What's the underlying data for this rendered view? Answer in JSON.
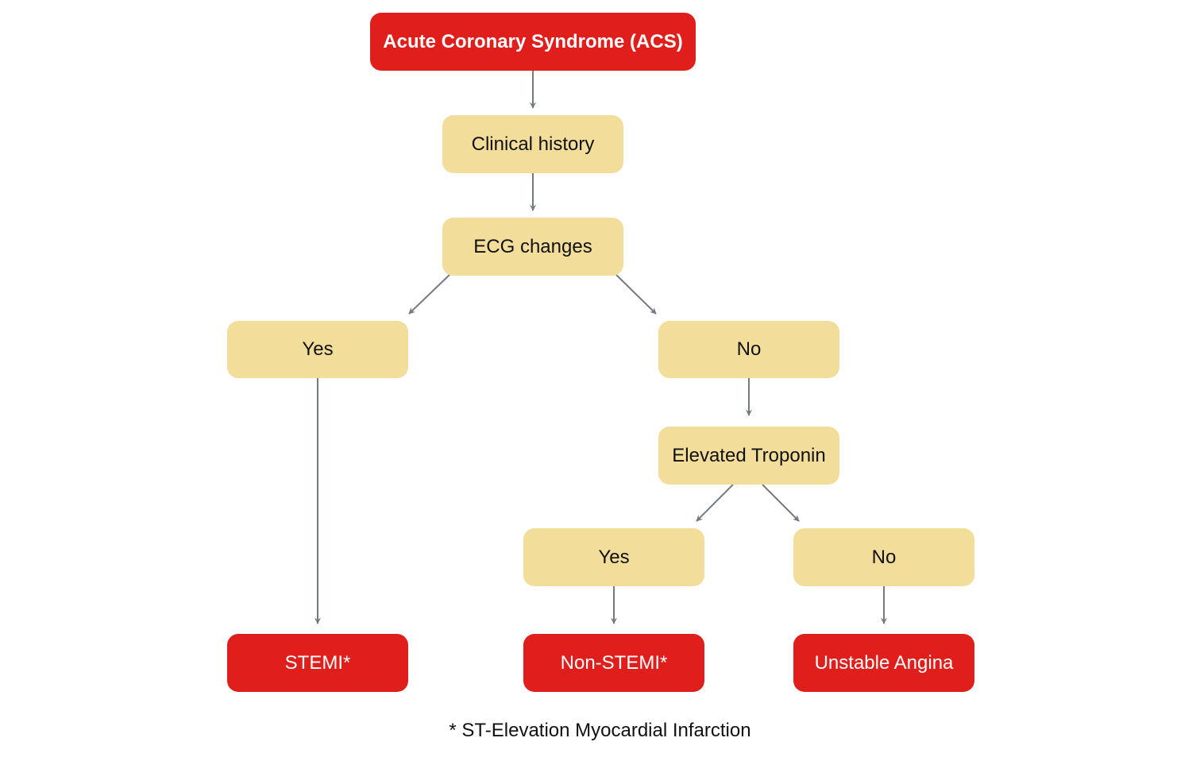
{
  "colors": {
    "decision_fill": "#f3dd9b",
    "outcome_fill": "#e01f1c",
    "arrow": "#737a80"
  },
  "nodes": {
    "acs": "Acute Coronary Syndrome (ACS)",
    "clinical_history": "Clinical history",
    "ecg_changes": "ECG changes",
    "ecg_yes": "Yes",
    "ecg_no": "No",
    "elevated_troponin": "Elevated Troponin",
    "troponin_yes": "Yes",
    "troponin_no": "No",
    "stemi": "STEMI*",
    "non_stemi": "Non-STEMI*",
    "unstable_angina": "Unstable Angina"
  },
  "edges": [
    {
      "from": "acs",
      "to": "clinical_history"
    },
    {
      "from": "clinical_history",
      "to": "ecg_changes"
    },
    {
      "from": "ecg_changes",
      "to": "ecg_yes"
    },
    {
      "from": "ecg_changes",
      "to": "ecg_no"
    },
    {
      "from": "ecg_no",
      "to": "elevated_troponin"
    },
    {
      "from": "elevated_troponin",
      "to": "troponin_yes"
    },
    {
      "from": "elevated_troponin",
      "to": "troponin_no"
    },
    {
      "from": "ecg_yes",
      "to": "stemi"
    },
    {
      "from": "troponin_yes",
      "to": "non_stemi"
    },
    {
      "from": "troponin_no",
      "to": "unstable_angina"
    }
  ],
  "footnote": "* ST-Elevation Myocardial Infarction"
}
